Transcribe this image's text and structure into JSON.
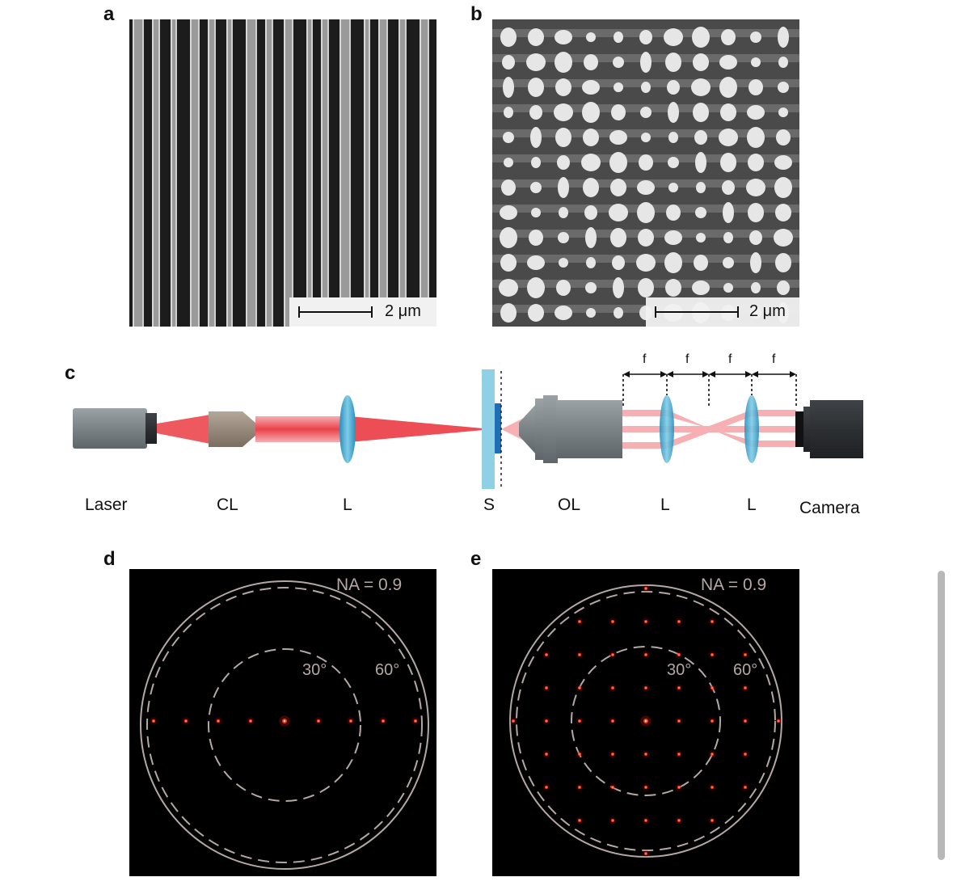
{
  "panels": {
    "a": {
      "label": "a",
      "scale_text": "2 μm"
    },
    "b": {
      "label": "b",
      "scale_text": "2 μm"
    },
    "c": {
      "label": "c",
      "components": [
        "Laser",
        "CL",
        "L",
        "S",
        "OL",
        "L",
        "L",
        "Camera"
      ],
      "focal_labels": [
        "f",
        "f",
        "f",
        "f"
      ]
    },
    "d": {
      "label": "d",
      "na_text": "NA = 0.9",
      "angle_inner": "30°",
      "angle_outer": "60°"
    },
    "e": {
      "label": "e",
      "na_text": "NA = 0.9",
      "angle_inner": "30°",
      "angle_outer": "60°"
    }
  },
  "colors": {
    "beam": "#e8202a",
    "lens": "#3aa7cf",
    "sample": "#8fd0e6",
    "circle": "#b5a8a4"
  }
}
